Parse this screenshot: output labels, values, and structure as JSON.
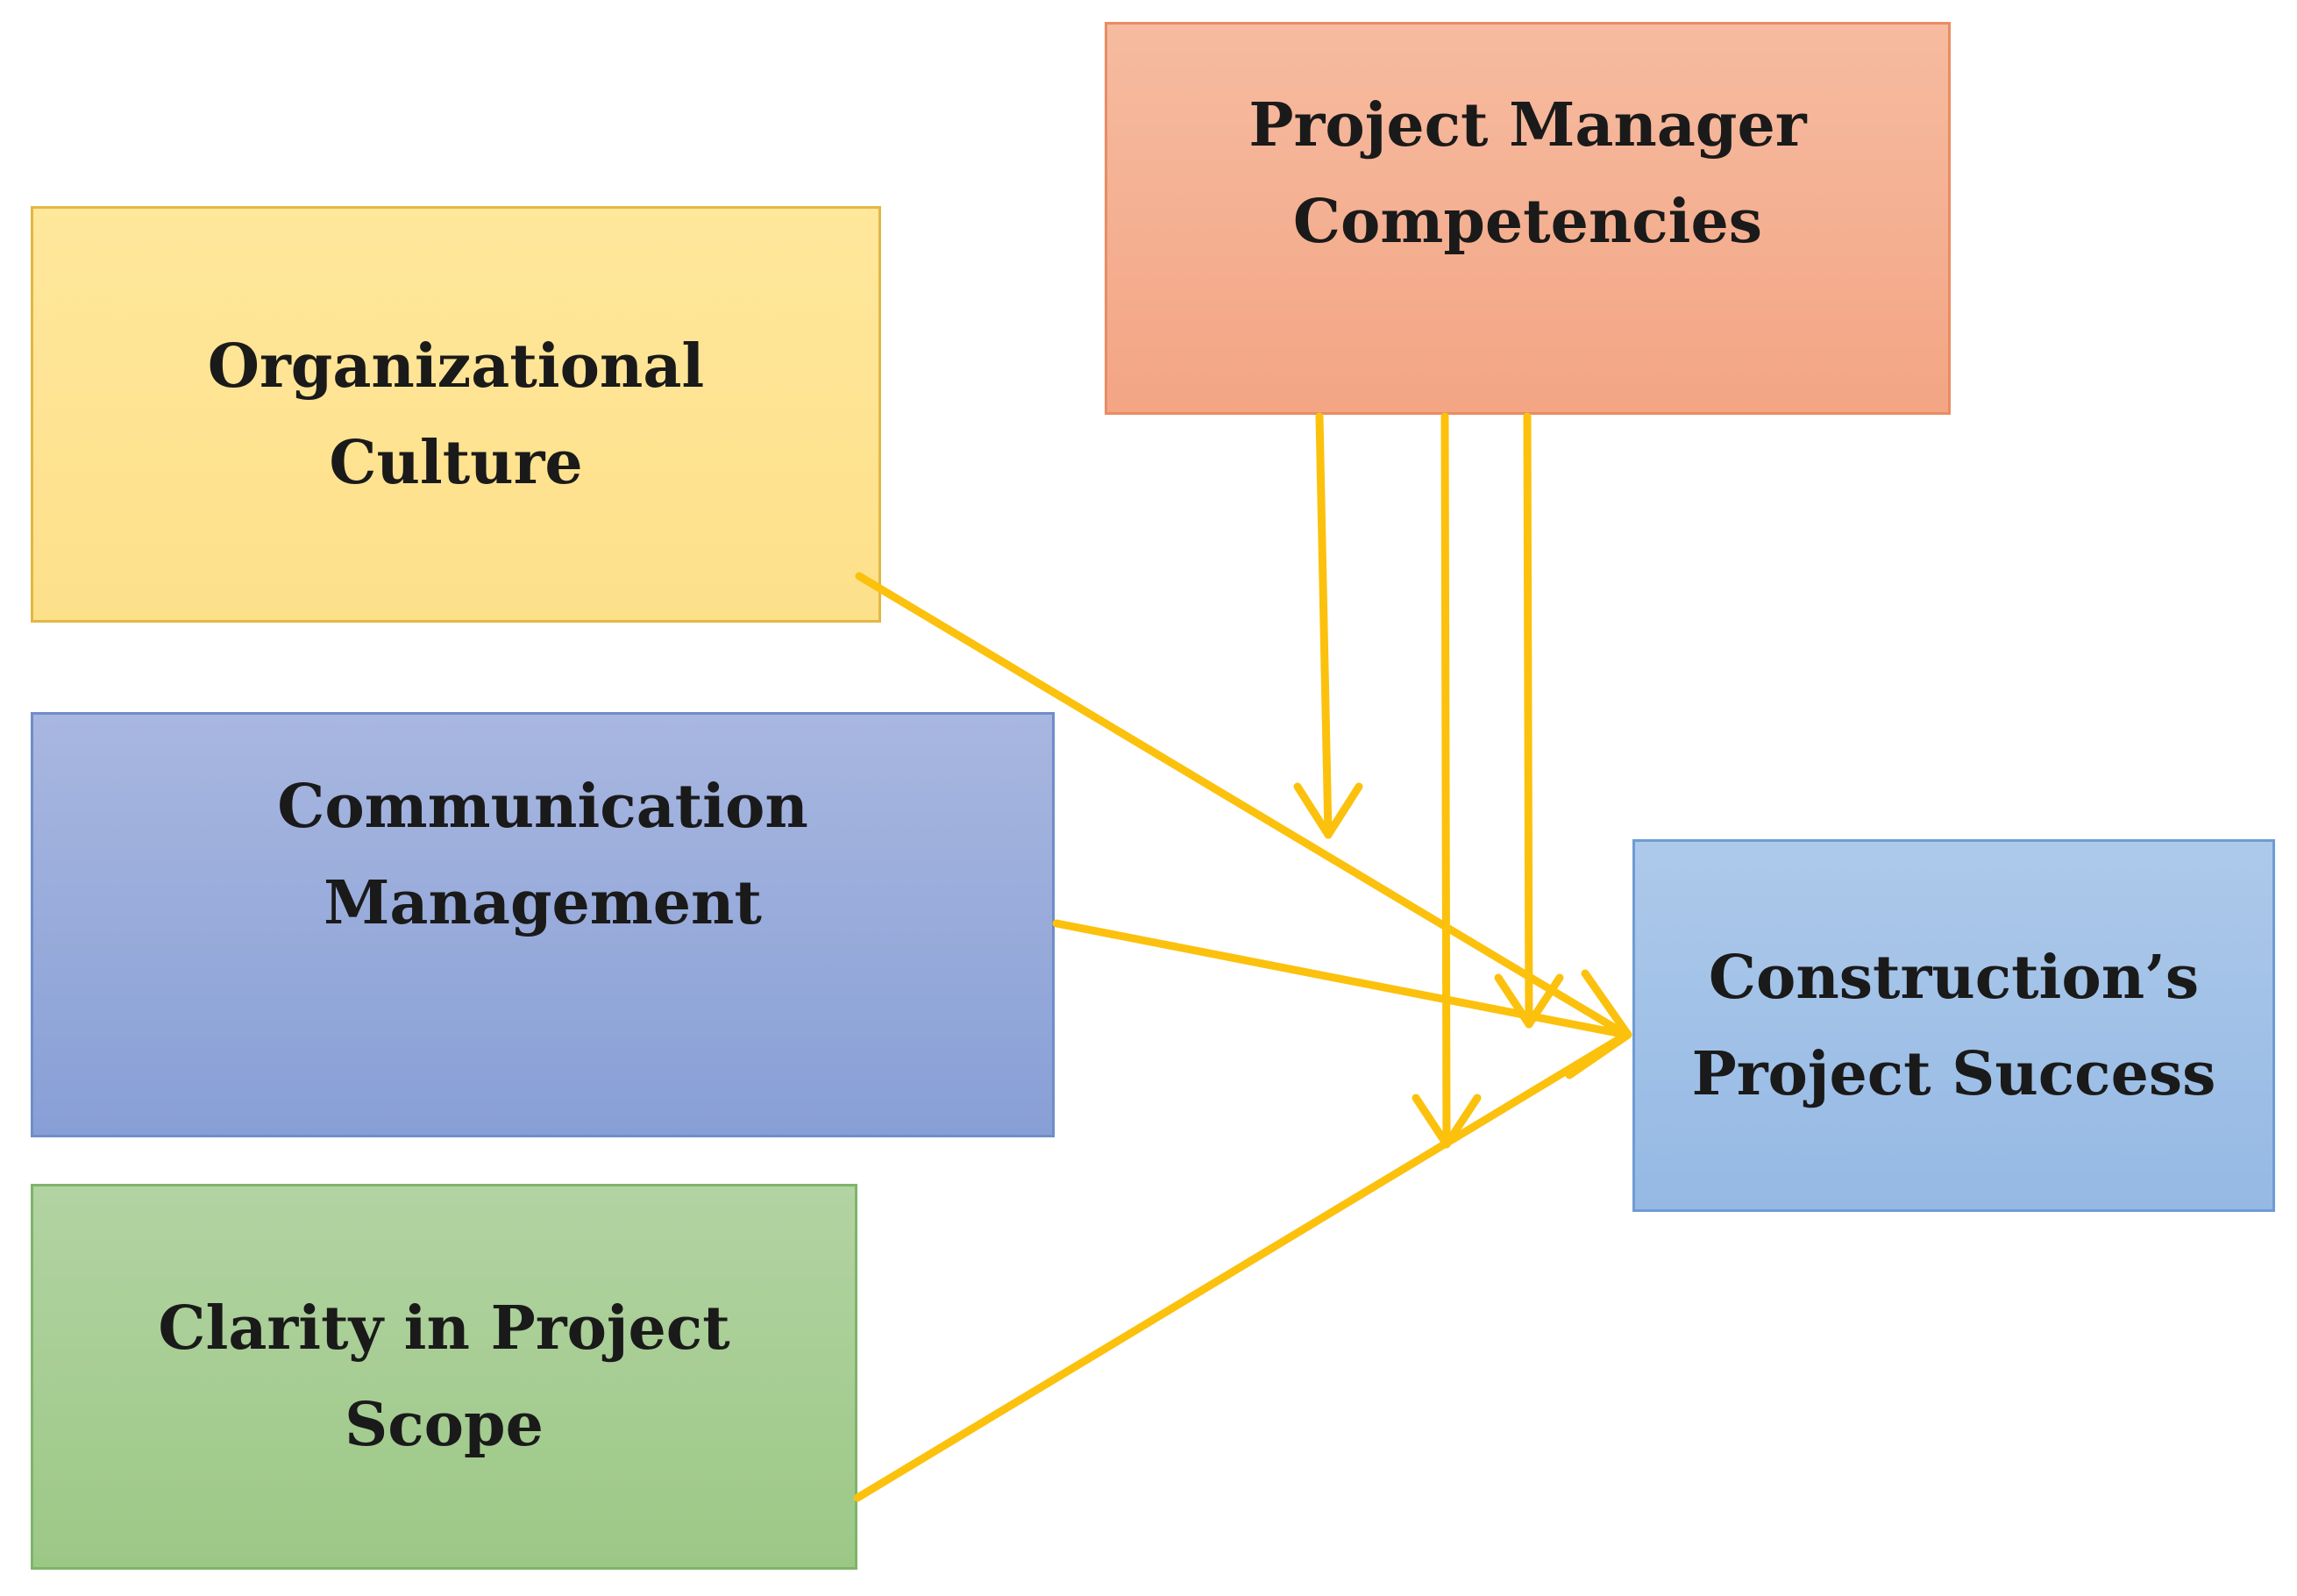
{
  "diagram": {
    "organizational_culture": {
      "line1": "Organizational",
      "line2": "Culture"
    },
    "communication_management": {
      "line1": "Communication",
      "line2": "Management"
    },
    "clarity_in_project_scope": {
      "line1": "Clarity in Project",
      "line2": "Scope"
    },
    "project_manager_competencies": {
      "line1": "Project Manager",
      "line2": "Competencies"
    },
    "construction_project_success": {
      "line1": "Construction’s",
      "line2": "Project Success"
    }
  },
  "colors": {
    "arrow": "#fcc10d",
    "organizational_culture": "#fee392",
    "communication_management": "#97a9da",
    "clarity_in_project_scope": "#a6cd93",
    "project_manager_competencies": "#f4ad8f",
    "construction_project_success": "#a1c1e7"
  }
}
